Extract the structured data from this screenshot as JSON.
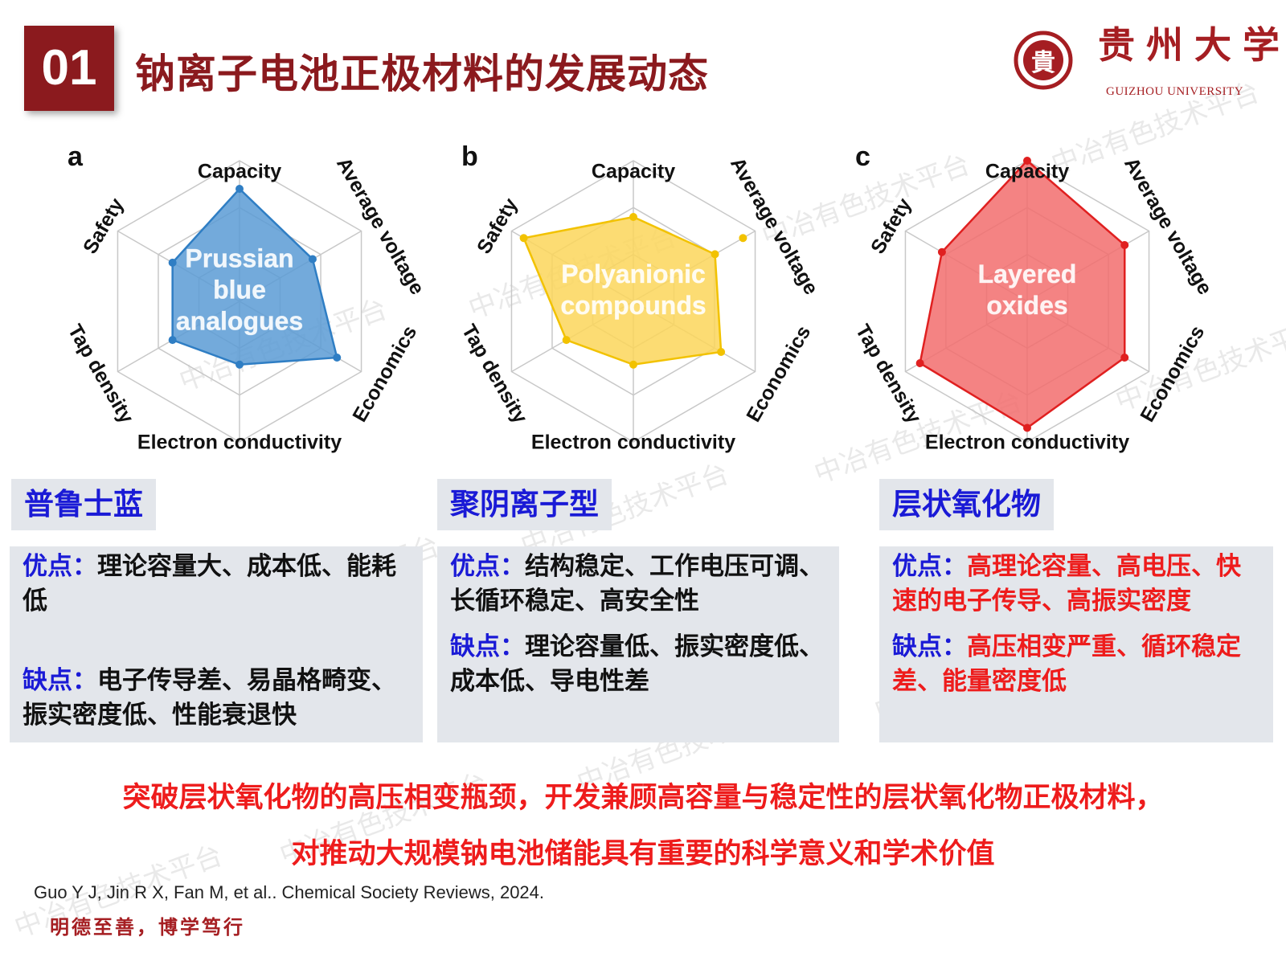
{
  "header": {
    "section_number": "01",
    "title": "钠离子电池正极材料的发展动态",
    "university_name": "贵州大学",
    "university_name_en": "GUIZHOU UNIVERSITY",
    "seal_text": "貴"
  },
  "axis_labels": [
    "Capacity",
    "Average voltage",
    "Economics",
    "Electron conductivity",
    "Tap density",
    "Safety"
  ],
  "chart_data": [
    {
      "type": "radar",
      "panel": "a",
      "center_label": [
        "Prussian",
        "blue",
        "analogues"
      ],
      "axes": [
        "Capacity",
        "Average voltage",
        "Economics",
        "Electron conductivity",
        "Tap density",
        "Safety"
      ],
      "values": [
        0.8,
        0.6,
        0.8,
        0.45,
        0.55,
        0.55
      ],
      "levels": 3,
      "color": "#2f7ec4",
      "fill_color": "#5b9bd5"
    },
    {
      "type": "radar",
      "panel": "b",
      "center_label": [
        "Polyanionic",
        "compounds"
      ],
      "axes": [
        "Capacity",
        "Average voltage",
        "Economics",
        "Electron conductivity",
        "Tap density",
        "Safety"
      ],
      "values": [
        0.6,
        0.67,
        0.72,
        0.45,
        0.55,
        0.9
      ],
      "extra_point": {
        "axis": "Average voltage",
        "value": 0.9
      },
      "levels": 3,
      "color": "#f2c200",
      "fill_color": "#fbd65a"
    },
    {
      "type": "radar",
      "panel": "c",
      "center_label": [
        "Layered",
        "oxides"
      ],
      "axes": [
        "Capacity",
        "Average voltage",
        "Economics",
        "Electron conductivity",
        "Tap density",
        "Safety"
      ],
      "values": [
        1.0,
        0.8,
        0.8,
        0.9,
        0.88,
        0.7
      ],
      "levels": 3,
      "color": "#e02020",
      "fill_color": "#f26d6d"
    }
  ],
  "categories": [
    {
      "name": "普鲁士蓝",
      "pros_label": "优点：",
      "pros": "理论容量大、成本低、能耗低",
      "cons_label": "缺点：",
      "cons": "电子传导差、易晶格畸变、振实密度低、性能衰退快"
    },
    {
      "name": "聚阴离子型",
      "pros_label": "优点：",
      "pros": "结构稳定、工作电压可调、长循环稳定、高安全性",
      "cons_label": "缺点：",
      "cons": "理论容量低、振实密度低、成本低、导电性差"
    },
    {
      "name": "层状氧化物",
      "pros_label": "优点：",
      "pros": "高理论容量、高电压、快速的电子传导、高振实密度",
      "cons_label": "缺点：",
      "cons": "高压相变严重、循环稳定差、能量密度低"
    }
  ],
  "conclusion": {
    "line1": "突破层状氧化物的高压相变瓶颈，开发兼顾高容量与稳定性的层状氧化物正极材料，",
    "line2": "对推动大规模钠电池储能具有重要的科学意义和学术价值"
  },
  "reference": "Guo Y J, Jin R X, Fan M, et al.. Chemical Society Reviews, 2024.",
  "motto": "明德至善，博学笃行",
  "watermark": "中冶有色技术平台"
}
